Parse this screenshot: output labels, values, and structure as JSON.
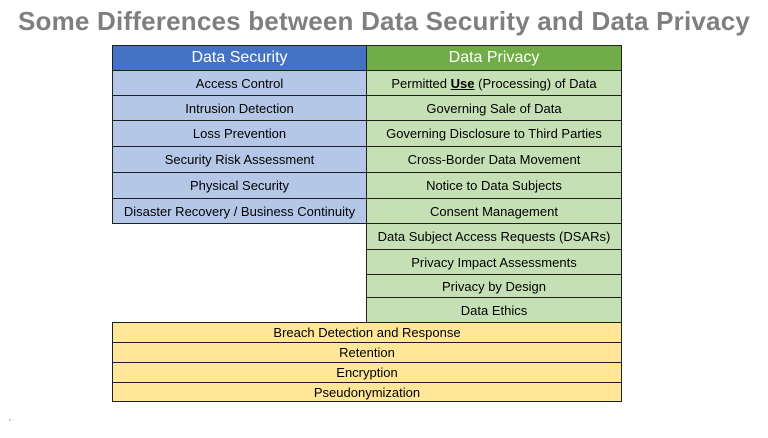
{
  "title": "Some Differences between Data Security and Data Privacy",
  "colors": {
    "security_header": "#4472c4",
    "privacy_header": "#70ad47",
    "security_cell": "#b4c7e7",
    "privacy_cell": "#c5e0b4",
    "shared_cell": "#ffe699",
    "title_text": "#7f7f7f"
  },
  "security": {
    "header": "Data Security",
    "items": [
      "Access Control",
      "Intrusion Detection",
      "Loss Prevention",
      "Security Risk Assessment",
      "Physical Security",
      "Disaster Recovery / Business Continuity"
    ]
  },
  "privacy": {
    "header": "Data Privacy",
    "first_item": {
      "pre": "Permitted ",
      "emphasis": "Use",
      "post": " (Processing) of Data"
    },
    "items": [
      "Governing Sale of Data",
      "Governing Disclosure to Third Parties",
      "Cross-Border Data Movement",
      "Notice to Data Subjects",
      "Consent Management",
      "Data Subject Access Requests (DSARs)",
      "Privacy Impact Assessments",
      "Privacy by Design",
      "Data Ethics"
    ]
  },
  "shared": {
    "items": [
      "Breach Detection and Response",
      "Retention",
      "Encryption",
      "Pseudonymization"
    ]
  }
}
